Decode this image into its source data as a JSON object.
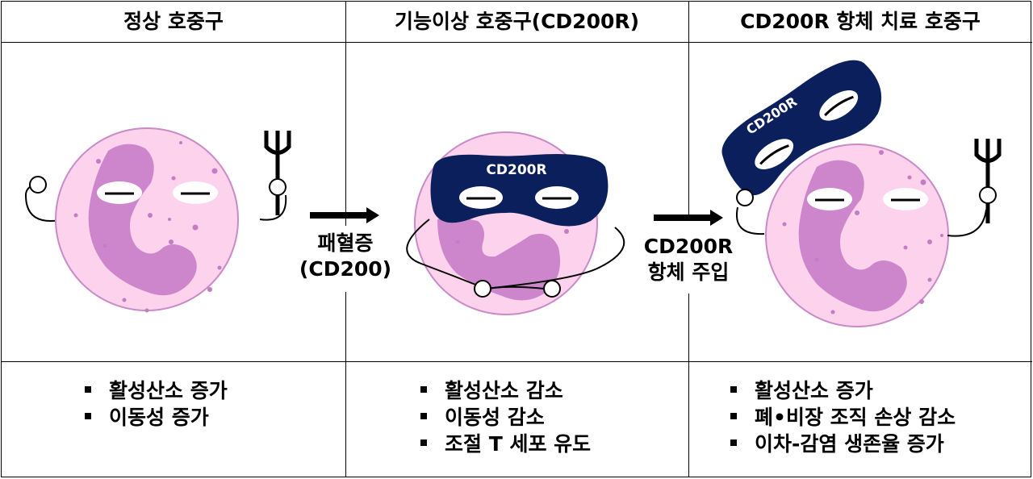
{
  "panels": [
    {
      "title": "정상 호중구",
      "items": [
        "활성산소 증가",
        "이동성 증가"
      ]
    },
    {
      "title": "기능이상 호중구(CD200R)",
      "items": [
        "활성산소 감소",
        "이동성 감소",
        "조절 T 세포 유도"
      ],
      "mask_label": "CD200R"
    },
    {
      "title": "CD200R 항체 치료 호중구",
      "items": [
        "활성산소 증가",
        "폐•비장 조직 손상 감소",
        "이차-감염 생존율 증가"
      ],
      "mask_label": "CD200R"
    }
  ],
  "transitions": [
    {
      "line1": "패혈증",
      "line2": "(CD200)"
    },
    {
      "line1": "CD200R",
      "line2": "항체 주입"
    }
  ],
  "colors": {
    "cell_fill": "#fcd2ec",
    "nucleus": "#cd86cc",
    "mask": "#0b1f5c",
    "cell_stroke": "#cc88cc"
  }
}
